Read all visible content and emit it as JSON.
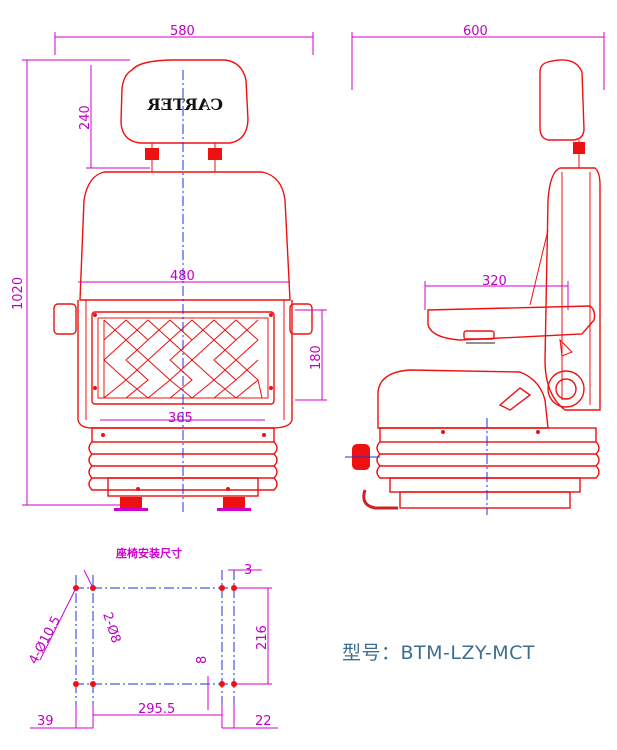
{
  "front_view": {
    "brand_text": "CARTER",
    "dim_width_total": "580",
    "dim_headrest_height": "240",
    "dim_total_height": "1020",
    "dim_armrest_span": "480",
    "dim_rail_width": "365",
    "dim_lower_height": "180"
  },
  "side_view": {
    "dim_depth_total": "600",
    "dim_cushion_depth": "320"
  },
  "install_plan": {
    "title": "座椅安装尺寸",
    "dim_hole_large": "4-Ø10.5",
    "dim_hole_small": "2-Ø8",
    "dim_offset_top": "3",
    "dim_vertical": "216",
    "dim_slot": "8",
    "dim_horizontal": "295.5",
    "dim_left": "39",
    "dim_right": "22"
  },
  "model_label": "型号：BTM-LZY-MCT",
  "colors": {
    "outline": "#ee1111",
    "dimension": "#c000c0",
    "centerline": "#2233dd",
    "model_text": "#3d6e8f"
  }
}
